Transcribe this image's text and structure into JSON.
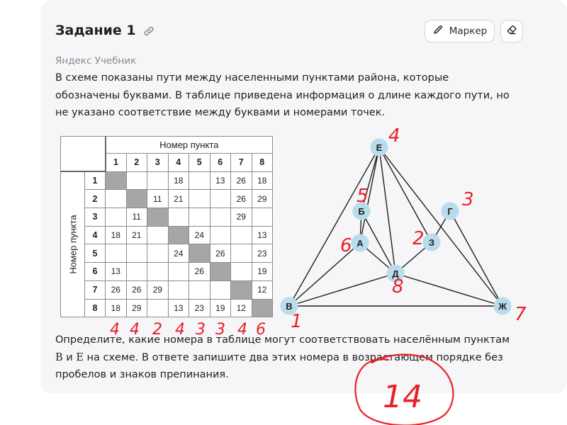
{
  "header": {
    "title": "Задание 1",
    "marker_label": "Маркер"
  },
  "task": {
    "source": "Яндекс Учебник",
    "paragraph1": "В схеме показаны пути между населенными пунктами района, которые обозначены буквами. В таблице приведена информация о длине каждого пути, но не указано соответствие между буквами и номерами точек.",
    "p2_before_B": "Определите, какие номера в таблице могут соответствовать населённым пунктам ",
    "letter_B": "В",
    "p2_and": " и ",
    "letter_E": "Е",
    "p2_after": " на схеме. В ответе запишите два этих номера в возрастающем порядке без пробелов и знаков препинания."
  },
  "table": {
    "col_header": "Номер пункта",
    "row_header": "Номер пункта",
    "numbers": [
      "1",
      "2",
      "3",
      "4",
      "5",
      "6",
      "7",
      "8"
    ],
    "rows": [
      [
        "",
        "",
        "",
        "18",
        "",
        "13",
        "26",
        "18"
      ],
      [
        "",
        "",
        "11",
        "21",
        "",
        "",
        "26",
        "29"
      ],
      [
        "",
        "11",
        "",
        "",
        "",
        "",
        "29",
        ""
      ],
      [
        "18",
        "21",
        "",
        "",
        "24",
        "",
        "",
        "13"
      ],
      [
        "",
        "",
        "",
        "24",
        "",
        "26",
        "",
        "23"
      ],
      [
        "13",
        "",
        "",
        "",
        "26",
        "",
        "",
        "19"
      ],
      [
        "26",
        "26",
        "29",
        "",
        "",
        "",
        "",
        "12"
      ],
      [
        "18",
        "29",
        "",
        "13",
        "23",
        "19",
        "12",
        ""
      ]
    ]
  },
  "graph": {
    "nodes": [
      {
        "id": "E",
        "label": "Е"
      },
      {
        "id": "B6",
        "label": "Б"
      },
      {
        "id": "G",
        "label": "Г"
      },
      {
        "id": "A",
        "label": "А"
      },
      {
        "id": "Z",
        "label": "З"
      },
      {
        "id": "D",
        "label": "Д"
      },
      {
        "id": "V",
        "label": "В"
      },
      {
        "id": "Zh",
        "label": "Ж"
      }
    ],
    "edges": [
      [
        "E",
        "B6"
      ],
      [
        "E",
        "A"
      ],
      [
        "E",
        "D"
      ],
      [
        "E",
        "Z"
      ],
      [
        "E",
        "V"
      ],
      [
        "E",
        "Zh"
      ],
      [
        "B6",
        "A"
      ],
      [
        "B6",
        "D"
      ],
      [
        "A",
        "V"
      ],
      [
        "A",
        "D"
      ],
      [
        "D",
        "V"
      ],
      [
        "D",
        "Z"
      ],
      [
        "D",
        "Zh"
      ],
      [
        "Z",
        "G"
      ],
      [
        "G",
        "Zh"
      ],
      [
        "V",
        "Zh"
      ]
    ]
  },
  "annotations": {
    "node_labels": [
      "4",
      "5",
      "3",
      "6",
      "2",
      "8",
      "1",
      "7"
    ],
    "column_marks": [
      "4",
      "4",
      "2",
      "4",
      "3",
      "3",
      "4",
      "6"
    ],
    "answer": "14",
    "ink_color": "#e8202a"
  }
}
